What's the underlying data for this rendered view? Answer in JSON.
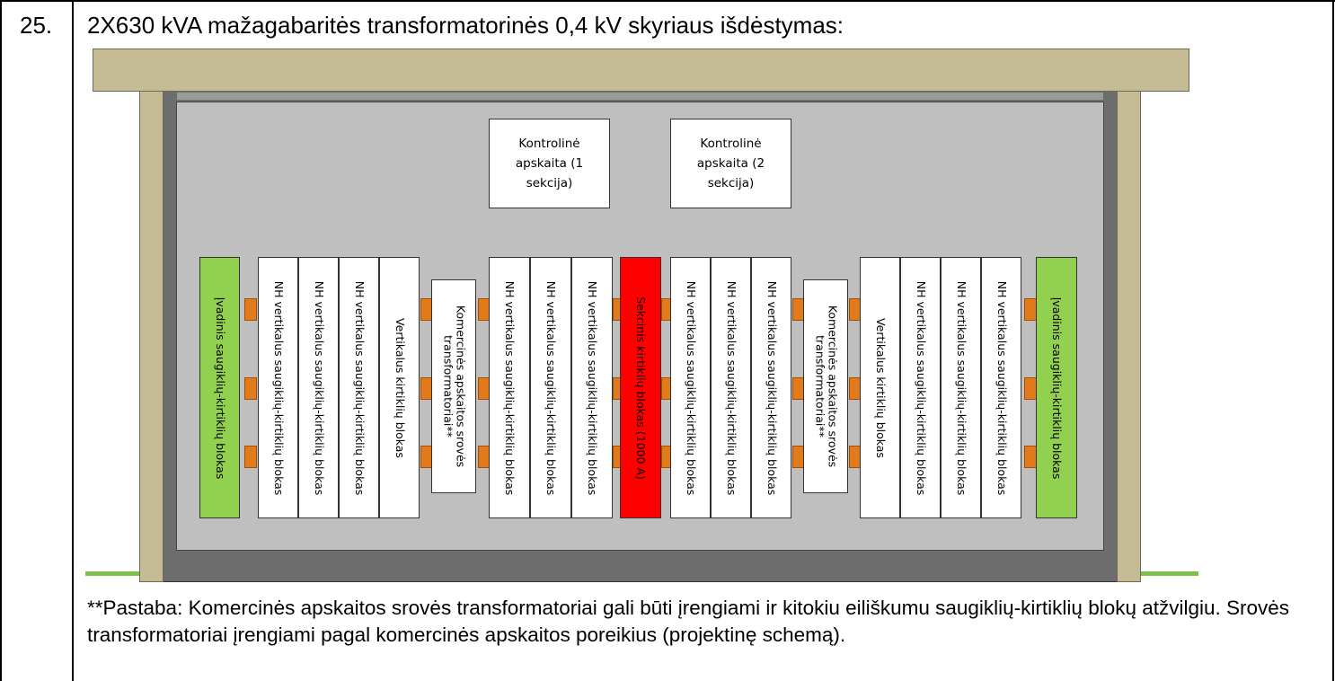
{
  "row": {
    "number": "25.",
    "title": "2X630 kVA mažagabaritės transformatorinės 0,4 kV skyriaus išdėstymas:"
  },
  "diagram": {
    "meters": [
      {
        "label": "Kontrolinė apskaita (1 sekcija)"
      },
      {
        "label": "Kontrolinė apskaita (2 sekcija)"
      }
    ],
    "blocks": [
      {
        "label": "Įvadinis saugiklių-kirtiklių blokas",
        "color": "#92d050"
      },
      {
        "label": "NH vertikalus saugiklių-kirtiklių blokas",
        "color": "#ffffff"
      },
      {
        "label": "NH vertikalus saugiklių-kirtiklių blokas",
        "color": "#ffffff"
      },
      {
        "label": "NH vertikalus saugiklių-kirtiklių blokas",
        "color": "#ffffff"
      },
      {
        "label": "Vertikalus kirtiklių blokas",
        "color": "#ffffff"
      },
      {
        "label": "Komercinės apskaitos srovės transformatoriai**",
        "color": "#ffffff"
      },
      {
        "label": "NH vertikalus saugiklių-kirtiklių blokas",
        "color": "#ffffff"
      },
      {
        "label": "NH vertikalus saugiklių-kirtiklių blokas",
        "color": "#ffffff"
      },
      {
        "label": "NH vertikalus saugiklių-kirtiklių blokas",
        "color": "#ffffff"
      },
      {
        "label": "Sekcinis kirtiklių blokas (1000 A)",
        "color": "#ff0000"
      },
      {
        "label": "NH vertikalus saugiklių-kirtiklių blokas",
        "color": "#ffffff"
      },
      {
        "label": "NH vertikalus saugiklių-kirtiklių blokas",
        "color": "#ffffff"
      },
      {
        "label": "NH vertikalus saugiklių-kirtiklių blokas",
        "color": "#ffffff"
      },
      {
        "label": "Komercinės apskaitos srovės transformatoriai**",
        "color": "#ffffff"
      },
      {
        "label": "Vertikalus kirtiklių blokas",
        "color": "#ffffff"
      },
      {
        "label": "NH vertikalus saugiklių-kirtiklių blokas",
        "color": "#ffffff"
      },
      {
        "label": "NH vertikalus saugiklių-kirtiklių blokas",
        "color": "#ffffff"
      },
      {
        "label": "NH vertikalus saugiklių-kirtiklių blokas",
        "color": "#ffffff"
      },
      {
        "label": "Įvadinis saugiklių-kirtiklių blokas",
        "color": "#92d050"
      }
    ],
    "colors": {
      "roof": "#c5bc95",
      "wall": "#6d6d6d",
      "room": "#bfbfbf",
      "busbar": "#e07a1a",
      "ground": "#7cc24a"
    }
  },
  "note": "**Pastaba: Komercinės apskaitos srovės transformatoriai gali būti įrengiami ir kitokiu eiliškumu saugiklių-kirtiklių blokų atžvilgiu. Srovės transformatoriai įrengiami pagal komercinės apskaitos poreikius (projektinę schemą)."
}
